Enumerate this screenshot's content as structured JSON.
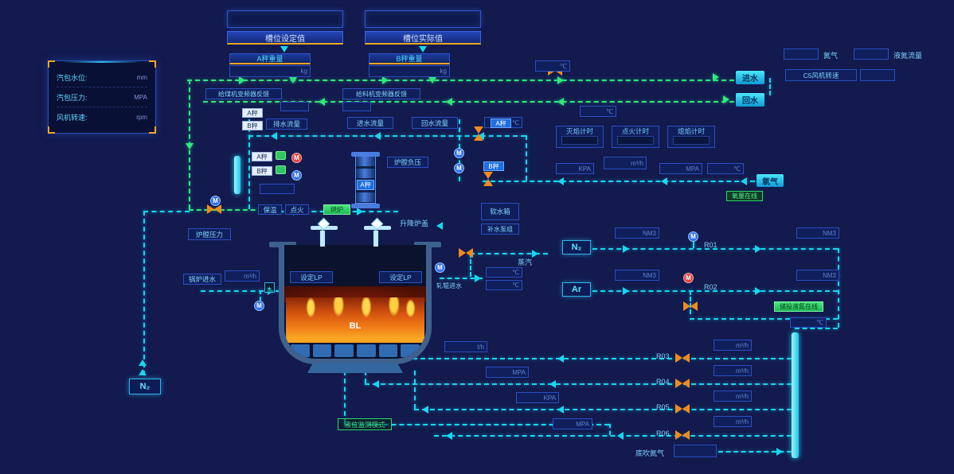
{
  "colors": {
    "background": "#121a4e",
    "pipe_cyan": "#17d7ef",
    "pipe_green": "#2ee87e",
    "valve_orange": "#f08a1e",
    "motor_blue": "#2f6fe8",
    "motor_red": "#e84040",
    "accent_orange": "#f5a623",
    "status_green": "#2fd96a"
  },
  "top": {
    "setpoint_title": "槽位设定值",
    "actual_title": "槽位实际值",
    "scale_a_title": "A秤重量",
    "scale_b_title": "B秤重量"
  },
  "left_panel": {
    "rows": [
      {
        "label": "汽包水位:",
        "unit": "mm"
      },
      {
        "label": "汽包压力:",
        "unit": "MPA"
      },
      {
        "label": "风机转速:",
        "unit": "rpm"
      }
    ]
  },
  "timers": [
    {
      "title": "灭焰计时"
    },
    {
      "title": "点火计时"
    },
    {
      "title": "熄焰计时"
    }
  ],
  "labels": {
    "feeder_a": "给煤机变频器反馈",
    "feeder_b": "给料机变频器反馈",
    "drain_flow": "排水流量",
    "inflow": "进水流量",
    "return_flow": "回水流量",
    "scale_a": "A秤",
    "scale_b": "B秤",
    "furnace_vacuum": "炉膛负压",
    "furnace_pressure": "炉膛压力",
    "boiler_feed": "锅炉进水",
    "keep_warm": "保温",
    "ignite": "点火",
    "bake_furnace": "烘炉",
    "lift_cover": "升降炉盖",
    "lp_set": "设定LP",
    "bl": "BL",
    "steam": "蒸汽",
    "roll_water": "轧辊进水",
    "soft_tank": "软水箱",
    "pump_group": "补水泵组",
    "water_in": "进水",
    "water_back": "回水",
    "oxygen": "氧气",
    "o2_online": "氧量在线",
    "n2": "N₂",
    "ar": "Ar",
    "n2_top": "氮气",
    "ln2_flow": "液氮流量",
    "c5_fan": "C5风机转速",
    "ln2_online": "储投液氮在线",
    "level_mode": "液位监测模式",
    "bottom_n2": "底吹氮气"
  },
  "valve_tags": {
    "r01": "R01",
    "r02": "R02",
    "r03": "R03",
    "r04": "R04",
    "r05": "R05",
    "r06": "R06"
  },
  "units": {
    "kg": "kg",
    "c": "℃",
    "mpa": "MPA",
    "kpa": "KPA",
    "m3h": "m³/h",
    "nm3": "NM3",
    "th": "t/h"
  },
  "glyphs": {
    "motor": "M",
    "plus": "+"
  }
}
